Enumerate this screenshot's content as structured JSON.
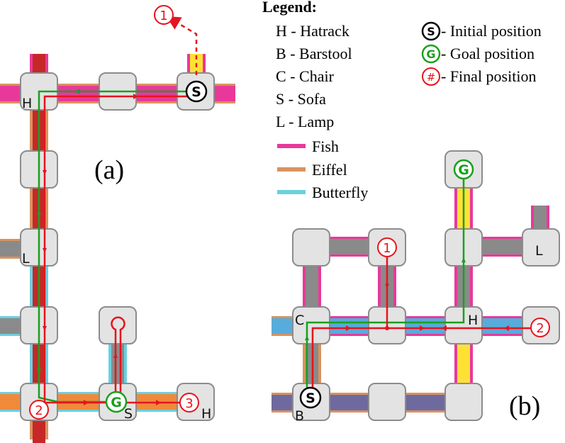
{
  "legend": {
    "title": "Legend:",
    "landmarks": [
      {
        "key": "H",
        "name": "Hatrack"
      },
      {
        "key": "B",
        "name": "Barstool"
      },
      {
        "key": "C",
        "name": "Chair"
      },
      {
        "key": "S",
        "name": "Sofa"
      },
      {
        "key": "L",
        "name": "Lamp"
      }
    ],
    "textures": [
      {
        "name": "Fish",
        "color": "#e8399a"
      },
      {
        "name": "Eiffel",
        "color": "#d9935f"
      },
      {
        "name": "Butterfly",
        "color": "#6cd0e0"
      }
    ],
    "markers": [
      {
        "glyph": "S",
        "label": " - Initial position"
      },
      {
        "glyph": "G",
        "label": " - Goal position"
      },
      {
        "glyph": "#",
        "label": " - Final position"
      }
    ]
  },
  "panels": {
    "a": {
      "label": "(a)",
      "node_labels": {
        "hatrack": "H",
        "lamp": "L",
        "sofa": "S",
        "hatrack_2": "H"
      },
      "markers": {
        "start": "S",
        "goal": "G",
        "final_1": "1",
        "final_2": "2",
        "final_3": "3"
      }
    },
    "b": {
      "label": "(b)",
      "node_labels": {
        "chair": "C",
        "barstool": "B",
        "hatrack": "H",
        "lamp": "L"
      },
      "markers": {
        "start": "S",
        "goal": "G",
        "final_1": "1",
        "final_2": "2"
      }
    }
  },
  "colors": {
    "fish": "#e8399a",
    "eiffel": "#d9935f",
    "butterfly": "#6cd0e0",
    "red_floor": "#c62828",
    "gray_floor": "#8a8a8a",
    "yellow_floor": "#ffe135",
    "blue_floor": "#56acdc",
    "orange_floor": "#f08a3a",
    "purple_floor": "#6e6aa0",
    "node_fill": "#e3e3e3",
    "node_stroke": "#8c8c8c",
    "path_agent": "#e6141e",
    "path_expert": "#1aa01e"
  }
}
